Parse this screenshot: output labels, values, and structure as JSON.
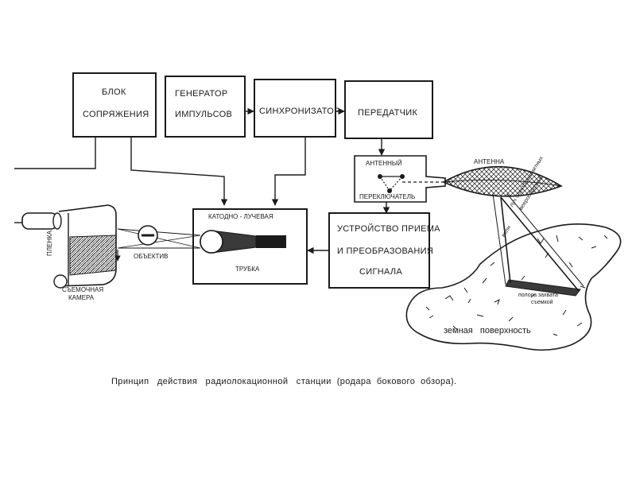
{
  "blocks": {
    "interface": [
      "БЛОК",
      "СОПРЯЖЕНИЯ"
    ],
    "pulse_generator": [
      "ГЕНЕРАТОР",
      "ИМПУЛЬСОВ"
    ],
    "synchronizer": "СИНХРОНИЗАТОР",
    "transmitter": "ПЕРЕДАТЧИК",
    "antenna_switch": [
      "АНТЕННЫЙ",
      "ПЕРЕКЛЮЧАТЕЛЬ"
    ],
    "receiver": [
      "УСТРОЙСТВО ПРИЕМА",
      "И ПРЕОБРАЗОВАНИЯ",
      "СИГНАЛА"
    ],
    "crt": [
      "КАТОДНО - ЛУЧЕВАЯ",
      "ТРУБКА"
    ]
  },
  "labels": {
    "antenna": "АНТЕННА",
    "lens": "ОБЪЕКТИВ",
    "film": "ПЛЕНКА",
    "camera": [
      "СЪЕМОЧНАЯ",
      "КАМЕРА"
    ],
    "beam": [
      "веерообразный",
      "луч электромагнитных",
      "волн"
    ],
    "strip": [
      "полоса захвата",
      "съемкой"
    ],
    "surface": "земная   поверхность"
  },
  "caption": "Принцип   действия   радиолокационной   станции  (родара  бокового  обзора).",
  "colors": {
    "ink": "#1a1a1a",
    "paper": "#ffffff",
    "shade": "#3a3a3a"
  }
}
